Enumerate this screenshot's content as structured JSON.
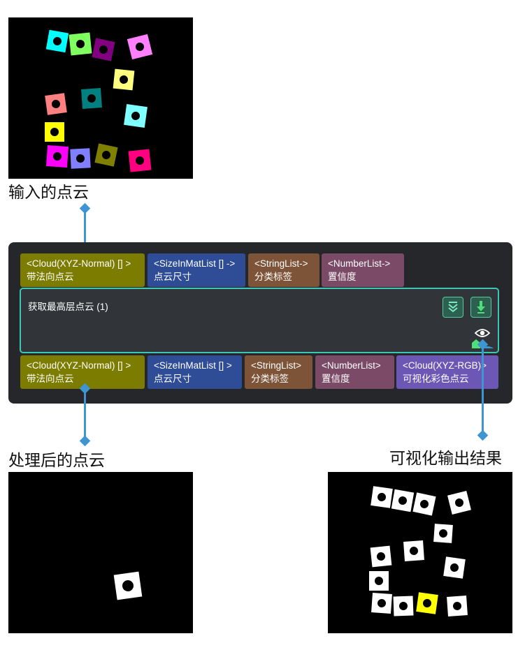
{
  "captions": {
    "input": "输入的点云",
    "processed": "处理后的点云",
    "visualization": "可视化输出结果"
  },
  "node": {
    "title": "获取最高层点云 (1)",
    "input_ports": [
      {
        "type": "<Cloud(XYZ-Normal) [] >",
        "name": "带法向点云",
        "color": "#7b7c00"
      },
      {
        "type": "<SizeInMatList [] ->",
        "name": "点云尺寸",
        "color": "#2f4d96"
      },
      {
        "type": "<StringList->",
        "name": "分类标签",
        "color": "#7d5438"
      },
      {
        "type": "<NumberList->",
        "name": "置信度",
        "color": "#7b4a66"
      }
    ],
    "output_ports": [
      {
        "type": "<Cloud(XYZ-Normal) [] >",
        "name": "带法向点云",
        "color": "#7b7c00"
      },
      {
        "type": "<SizeInMatList [] >",
        "name": "点云尺寸",
        "color": "#2f4d96"
      },
      {
        "type": "<StringList>",
        "name": "分类标签",
        "color": "#7d5438"
      },
      {
        "type": "<NumberList>",
        "name": "置信度",
        "color": "#7b4a66"
      },
      {
        "type": "<Cloud(XYZ-RGB)>",
        "name": "可视化彩色点云",
        "color": "#6c57b5"
      }
    ],
    "icons": [
      "collapse-icon",
      "download-icon",
      "eye-icon",
      "visibility-indicator-icon"
    ],
    "accent_color": "#3cc7b5"
  },
  "colors": {
    "connector": "#3e95d2",
    "node_background": "#25272a",
    "node_body": "#313539",
    "highlight_object": "#ffff00"
  }
}
